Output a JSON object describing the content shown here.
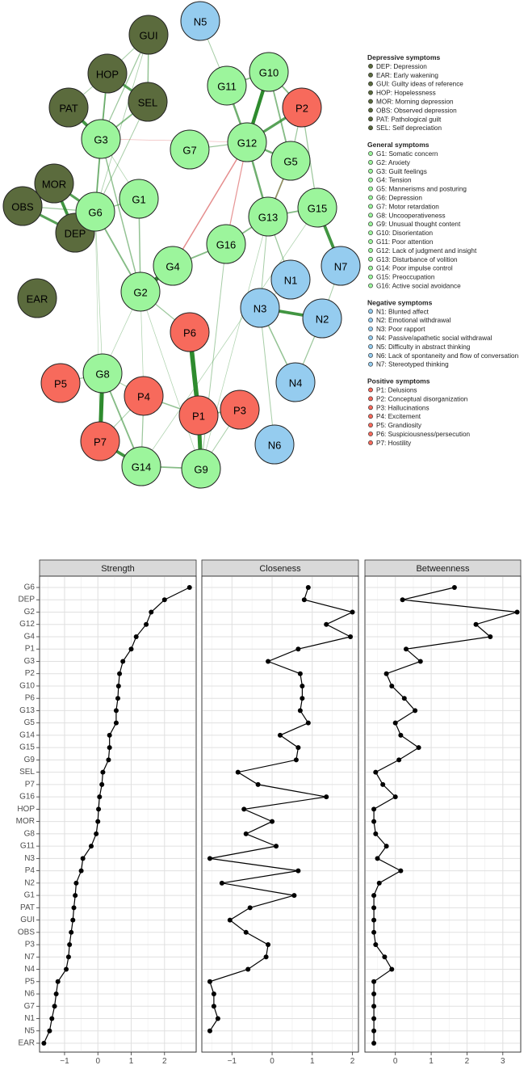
{
  "network": {
    "colors": {
      "depressive": "#5b6b3d",
      "general": "#9cf59c",
      "negative": "#95ccef",
      "positive": "#f76a5c",
      "edge_positive": "#2e8b2e",
      "edge_negative": "#cc2222"
    },
    "nodes": [
      {
        "id": "N5",
        "group": "negative"
      },
      {
        "id": "GUI",
        "group": "depressive"
      },
      {
        "id": "HOP",
        "group": "depressive"
      },
      {
        "id": "SEL",
        "group": "depressive"
      },
      {
        "id": "PAT",
        "group": "depressive"
      },
      {
        "id": "G3",
        "group": "general"
      },
      {
        "id": "MOR",
        "group": "depressive"
      },
      {
        "id": "OBS",
        "group": "depressive"
      },
      {
        "id": "DEP",
        "group": "depressive"
      },
      {
        "id": "G6",
        "group": "general"
      },
      {
        "id": "G1",
        "group": "general"
      },
      {
        "id": "EAR",
        "group": "depressive"
      },
      {
        "id": "G11",
        "group": "general"
      },
      {
        "id": "G10",
        "group": "general"
      },
      {
        "id": "P2",
        "group": "positive"
      },
      {
        "id": "G7",
        "group": "general"
      },
      {
        "id": "G12",
        "group": "general"
      },
      {
        "id": "G5",
        "group": "general"
      },
      {
        "id": "G13",
        "group": "general"
      },
      {
        "id": "G15",
        "group": "general"
      },
      {
        "id": "G16",
        "group": "general"
      },
      {
        "id": "G4",
        "group": "general"
      },
      {
        "id": "G2",
        "group": "general"
      },
      {
        "id": "N7",
        "group": "negative"
      },
      {
        "id": "N1",
        "group": "negative"
      },
      {
        "id": "N3",
        "group": "negative"
      },
      {
        "id": "N2",
        "group": "negative"
      },
      {
        "id": "N4",
        "group": "negative"
      },
      {
        "id": "N6",
        "group": "negative"
      },
      {
        "id": "P6",
        "group": "positive"
      },
      {
        "id": "G8",
        "group": "general"
      },
      {
        "id": "P4",
        "group": "positive"
      },
      {
        "id": "P5",
        "group": "positive"
      },
      {
        "id": "P1",
        "group": "positive"
      },
      {
        "id": "P3",
        "group": "positive"
      },
      {
        "id": "P7",
        "group": "positive"
      },
      {
        "id": "G14",
        "group": "general"
      },
      {
        "id": "G9",
        "group": "general"
      }
    ],
    "edges": [
      [
        "HOP",
        "SEL",
        2.5,
        "pos"
      ],
      [
        "HOP",
        "G3",
        1.5,
        "pos"
      ],
      [
        "SEL",
        "G3",
        1.5,
        "pos"
      ],
      [
        "PAT",
        "G3",
        3,
        "pos"
      ],
      [
        "GUI",
        "SEL",
        1.2,
        "pos"
      ],
      [
        "GUI",
        "G3",
        1,
        "pos"
      ],
      [
        "GUI",
        "HOP",
        0.8,
        "pos"
      ],
      [
        "PAT",
        "HOP",
        0.8,
        "pos"
      ],
      [
        "MOR",
        "G6",
        2.5,
        "pos"
      ],
      [
        "MOR",
        "DEP",
        3,
        "pos"
      ],
      [
        "OBS",
        "DEP",
        2.5,
        "pos"
      ],
      [
        "OBS",
        "G6",
        1,
        "pos"
      ],
      [
        "DEP",
        "G6",
        2,
        "pos"
      ],
      [
        "G3",
        "G6",
        1.5,
        "pos"
      ],
      [
        "G6",
        "G1",
        1.2,
        "pos"
      ],
      [
        "G6",
        "G2",
        1.5,
        "pos"
      ],
      [
        "G6",
        "SEL",
        0.8,
        "pos"
      ],
      [
        "G6",
        "HOP",
        0.8,
        "pos"
      ],
      [
        "G6",
        "GUI",
        0.7,
        "pos"
      ],
      [
        "G3",
        "G2",
        1.2,
        "pos"
      ],
      [
        "G1",
        "G2",
        1.2,
        "pos"
      ],
      [
        "G2",
        "G4",
        4,
        "pos"
      ],
      [
        "G4",
        "G16",
        1.5,
        "pos"
      ],
      [
        "G2",
        "P6",
        1,
        "pos"
      ],
      [
        "G2",
        "G8",
        0.6,
        "pos"
      ],
      [
        "G16",
        "G13",
        1.5,
        "pos"
      ],
      [
        "G13",
        "G12",
        2,
        "pos"
      ],
      [
        "G12",
        "G10",
        3.5,
        "pos"
      ],
      [
        "G12",
        "G11",
        2,
        "pos"
      ],
      [
        "G12",
        "P2",
        2.5,
        "pos"
      ],
      [
        "G10",
        "P2",
        1.5,
        "pos"
      ],
      [
        "G10",
        "G11",
        1.5,
        "pos"
      ],
      [
        "G10",
        "G5",
        1.5,
        "pos"
      ],
      [
        "G12",
        "G5",
        2,
        "pos"
      ],
      [
        "G5",
        "G13",
        1.5,
        "pos"
      ],
      [
        "G13",
        "G15",
        1.5,
        "pos"
      ],
      [
        "G15",
        "N7",
        3,
        "pos"
      ],
      [
        "G13",
        "N1",
        1,
        "pos"
      ],
      [
        "G13",
        "N3",
        0.8,
        "pos"
      ],
      [
        "N3",
        "N2",
        3,
        "pos"
      ],
      [
        "N3",
        "N4",
        1.2,
        "pos"
      ],
      [
        "N2",
        "N4",
        1,
        "pos"
      ],
      [
        "N7",
        "N2",
        0.8,
        "pos"
      ],
      [
        "N1",
        "N3",
        0.6,
        "pos"
      ],
      [
        "N5",
        "G11",
        0.8,
        "pos"
      ],
      [
        "G7",
        "G12",
        1,
        "pos"
      ],
      [
        "P2",
        "G15",
        1,
        "pos"
      ],
      [
        "P2",
        "G5",
        1,
        "pos"
      ],
      [
        "P6",
        "P1",
        4.5,
        "pos"
      ],
      [
        "P1",
        "G9",
        4,
        "pos"
      ],
      [
        "P1",
        "P3",
        1.5,
        "pos"
      ],
      [
        "P1",
        "P4",
        1.2,
        "pos"
      ],
      [
        "P4",
        "G14",
        1,
        "pos"
      ],
      [
        "G8",
        "P7",
        4,
        "pos"
      ],
      [
        "G8",
        "G14",
        1.5,
        "pos"
      ],
      [
        "P7",
        "G14",
        3,
        "pos"
      ],
      [
        "G14",
        "G9",
        1.5,
        "pos"
      ],
      [
        "G8",
        "P5",
        1,
        "pos"
      ],
      [
        "G8",
        "P4",
        0.8,
        "pos"
      ],
      [
        "P7",
        "P4",
        0.8,
        "pos"
      ],
      [
        "G9",
        "G16",
        0.8,
        "pos"
      ],
      [
        "N6",
        "N3",
        0.8,
        "pos"
      ],
      [
        "G9",
        "P3",
        0.8,
        "pos"
      ],
      [
        "G2",
        "G9",
        0.6,
        "pos"
      ],
      [
        "G4",
        "G12",
        1.2,
        "neg"
      ],
      [
        "G16",
        "G12",
        1,
        "neg"
      ],
      [
        "G13",
        "G5",
        0.8,
        "neg"
      ],
      [
        "G3",
        "G12",
        0.5,
        "neg"
      ],
      [
        "G14",
        "G15",
        0.6,
        "pos"
      ],
      [
        "G9",
        "G13",
        0.6,
        "pos"
      ],
      [
        "G8",
        "G6",
        0.6,
        "pos"
      ],
      [
        "G2",
        "P4",
        0.6,
        "pos"
      ],
      [
        "P7",
        "G6",
        0.5,
        "pos"
      ],
      [
        "G1",
        "G3",
        0.6,
        "pos"
      ]
    ]
  },
  "legend": {
    "groups": [
      {
        "key": "depressive",
        "title": "Depressive symptoms",
        "items": [
          "DEP: Depression",
          "EAR: Early wakening",
          "GUI: Guilty ideas of reference",
          "HOP: Hopelessness",
          "MOR: Morning depression",
          "OBS: Observed depression",
          "PAT: Pathological guilt",
          "SEL: Self depreciation"
        ]
      },
      {
        "key": "general",
        "title": "General symptoms",
        "items": [
          "G1: Somatic concern",
          "G2: Anxiety",
          "G3: Guilt feelings",
          "G4: Tension",
          "G5: Mannerisms and posturing",
          "G6: Depression",
          "G7: Motor retardation",
          "G8: Uncooperativeness",
          "G9: Unusual thought content",
          "G10: Disorientation",
          "G11: Poor attention",
          "G12: Lack of judgment and insight",
          "G13: Disturbance of volition",
          "G14: Poor impulse control",
          "G15: Preoccupation",
          "G16: Active social avoidance"
        ]
      },
      {
        "key": "negative",
        "title": "Negative symptoms",
        "items": [
          "N1: Blunted affect",
          "N2: Emotional withdrawal",
          "N3: Poor rapport",
          "N4: Passive/apathetic social withdrawal",
          "N5: Difficulty in abstract thinking",
          "N6: Lack of spontaneity and flow of conversation",
          "N7: Stereotyped thinking"
        ]
      },
      {
        "key": "positive",
        "title": "Positive symptoms",
        "items": [
          "P1: Delusions",
          "P2: Conceptual disorganization",
          "P3: Hallucinations",
          "P4: Excitement",
          "P5: Grandiosity",
          "P6: Suspiciousness/persecution",
          "P7: Hostility"
        ]
      }
    ]
  },
  "chart_data": {
    "type": "line",
    "categories": [
      "G6",
      "DEP",
      "G2",
      "G12",
      "G4",
      "P1",
      "G3",
      "P2",
      "G10",
      "P6",
      "G13",
      "G5",
      "G14",
      "G15",
      "G9",
      "SEL",
      "P7",
      "G16",
      "HOP",
      "MOR",
      "G8",
      "G11",
      "N3",
      "P4",
      "N2",
      "G1",
      "PAT",
      "GUI",
      "OBS",
      "P3",
      "N7",
      "N4",
      "P5",
      "N6",
      "G7",
      "N1",
      "N5",
      "EAR"
    ],
    "panels": [
      {
        "title": "Strength",
        "xlim": [
          -1.75,
          2.95
        ],
        "ticks": [
          -1,
          0,
          1,
          2
        ],
        "values": [
          2.75,
          2.0,
          1.6,
          1.45,
          1.15,
          1.0,
          0.75,
          0.65,
          0.62,
          0.6,
          0.55,
          0.55,
          0.35,
          0.35,
          0.32,
          0.15,
          0.12,
          0.05,
          0.02,
          0.0,
          -0.05,
          -0.2,
          -0.45,
          -0.5,
          -0.65,
          -0.68,
          -0.72,
          -0.75,
          -0.8,
          -0.85,
          -0.88,
          -0.95,
          -1.2,
          -1.25,
          -1.3,
          -1.38,
          -1.45,
          -1.62
        ]
      },
      {
        "title": "Closeness",
        "xlim": [
          -1.75,
          2.15
        ],
        "ticks": [
          -1,
          0,
          1,
          2
        ],
        "values": [
          0.9,
          0.8,
          2.0,
          1.35,
          1.95,
          0.65,
          -0.1,
          0.7,
          0.75,
          0.75,
          0.7,
          0.9,
          0.2,
          0.65,
          0.6,
          -0.85,
          -0.35,
          1.35,
          -0.7,
          0.0,
          -0.65,
          0.1,
          -1.55,
          0.65,
          -1.25,
          0.55,
          -0.55,
          -1.05,
          -0.65,
          -0.1,
          -0.15,
          -0.6,
          -1.55,
          -1.45,
          -1.45,
          -1.35,
          -1.55,
          null
        ]
      },
      {
        "title": "Betweenness",
        "xlim": [
          -0.85,
          3.5
        ],
        "ticks": [
          0,
          1,
          2,
          3
        ],
        "values": [
          1.65,
          0.2,
          3.4,
          2.25,
          2.65,
          0.3,
          0.7,
          -0.25,
          -0.1,
          0.25,
          0.55,
          0.0,
          0.15,
          0.65,
          0.1,
          -0.55,
          -0.35,
          0.0,
          -0.6,
          -0.6,
          -0.55,
          -0.25,
          -0.5,
          0.15,
          -0.45,
          -0.6,
          -0.6,
          -0.6,
          -0.6,
          -0.55,
          -0.3,
          -0.1,
          -0.6,
          -0.6,
          -0.6,
          -0.6,
          -0.6,
          -0.6
        ]
      }
    ]
  }
}
